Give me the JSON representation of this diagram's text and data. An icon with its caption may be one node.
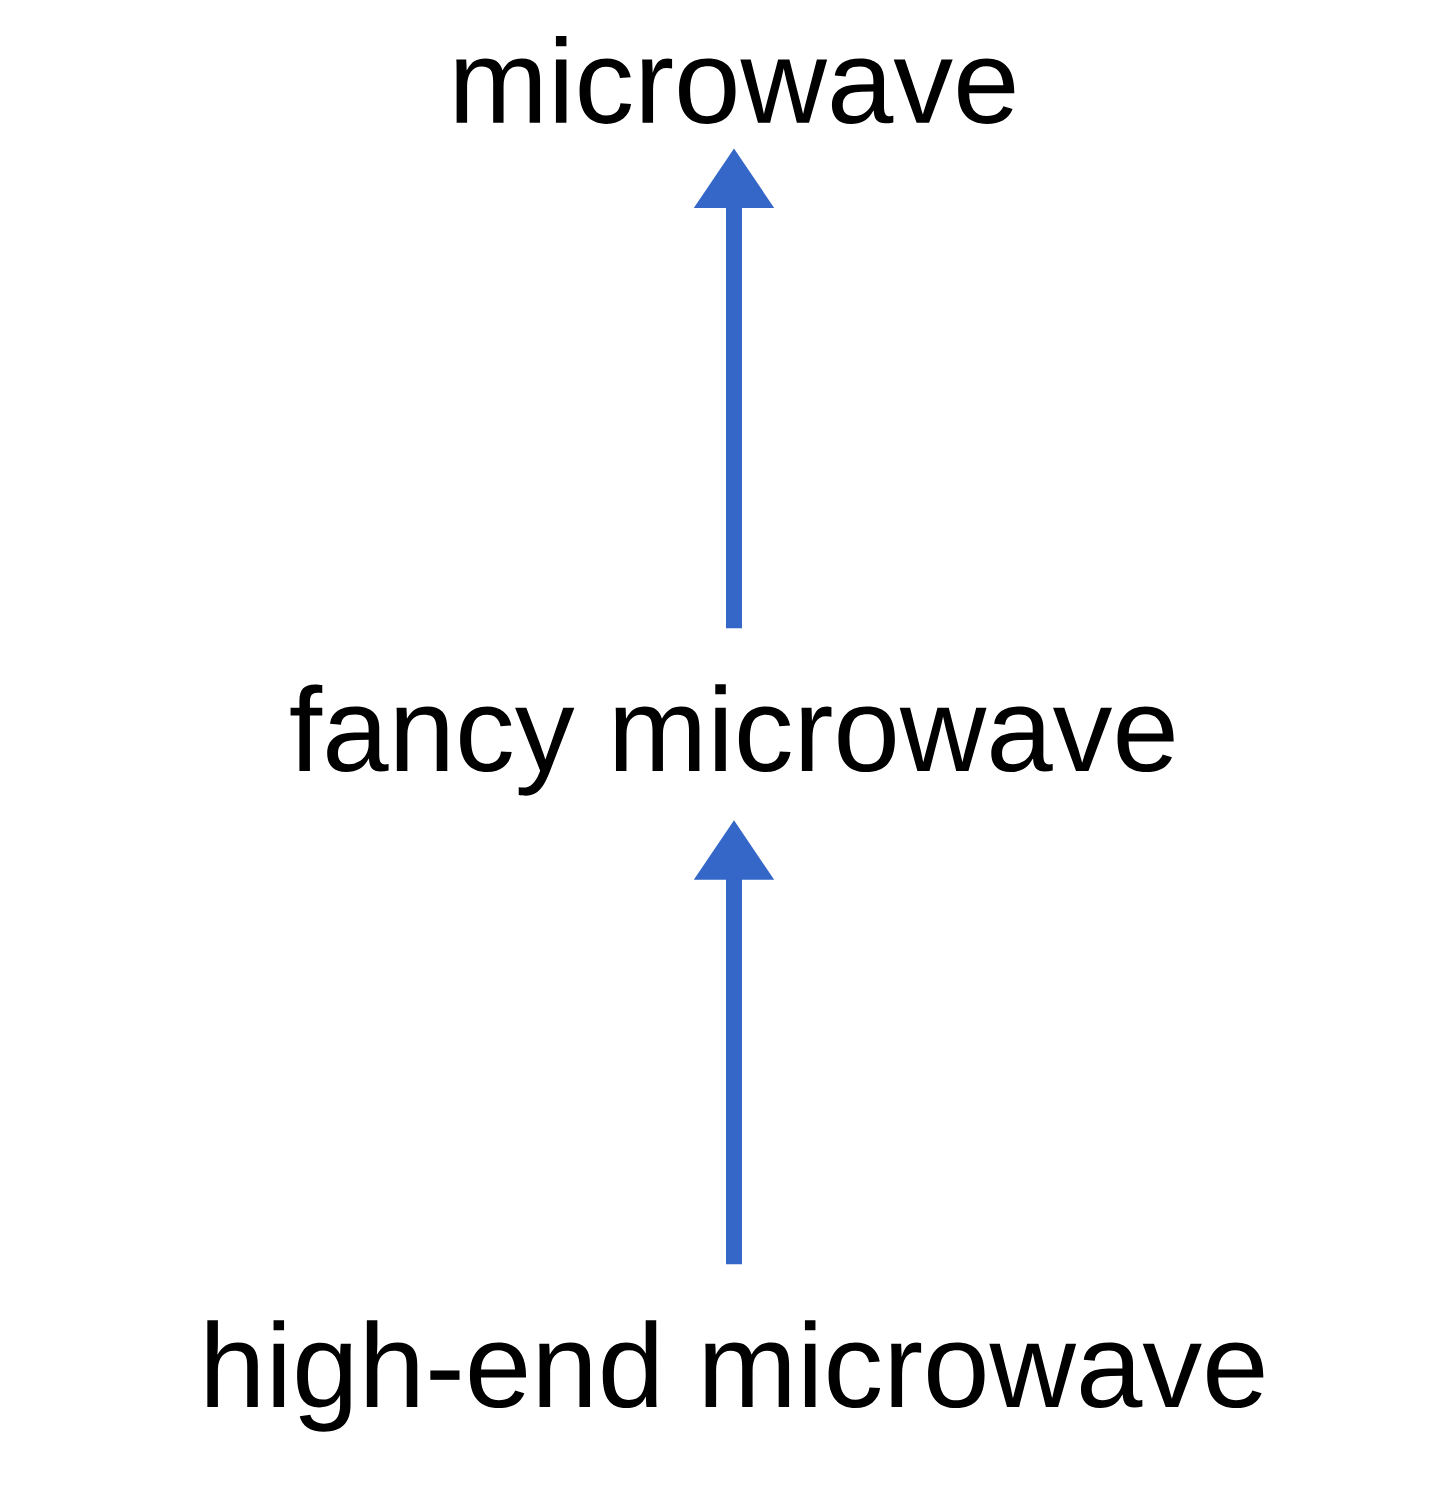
{
  "diagram": {
    "nodes": [
      {
        "text": [
          "microwave"
        ]
      },
      {
        "text": [
          "fancy microwave"
        ]
      },
      {
        "text": [
          "high-end microwave"
        ]
      }
    ],
    "edges": [
      {
        "from": 2,
        "to": 1,
        "arrow": "to"
      },
      {
        "from": 1,
        "to": 0,
        "arrow": "to"
      }
    ]
  }
}
